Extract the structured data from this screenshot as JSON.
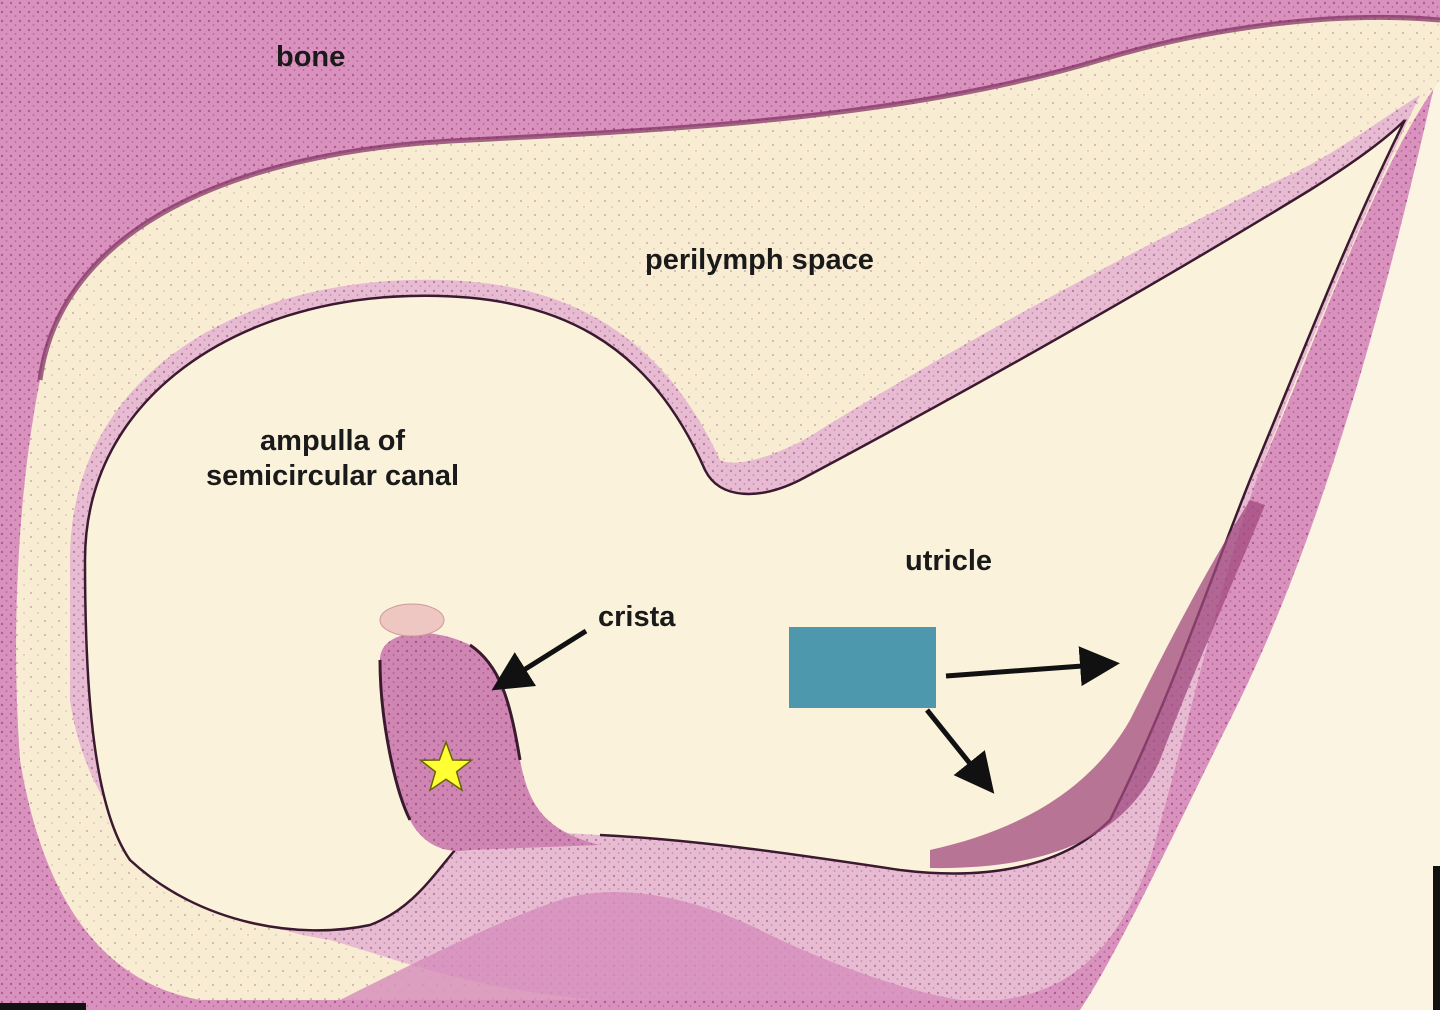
{
  "labels": {
    "bone": "bone",
    "perilymph": "perilymph space",
    "ampulla_line1": "ampulla of",
    "ampulla_line2": "semicircular canal",
    "utricle": "utricle",
    "crista": "crista"
  },
  "colors": {
    "background": "#ffffff",
    "bone_tissue": "#d991bd",
    "bone_dark": "#b8558f",
    "membrane": "#7a2b5e",
    "fluid_space": "#fbf2dc",
    "perilymph_fill": "#f8ecd3",
    "connective": "#e7bcd2",
    "mask_box": "#4e98ad",
    "star_fill": "#ffff33",
    "star_stroke": "#666600",
    "arrow": "#111111",
    "label_text": "#1a1a1a",
    "scale_bar": "#111111"
  },
  "icons": {
    "star": "star-icon",
    "arrows": "arrow-icon"
  }
}
